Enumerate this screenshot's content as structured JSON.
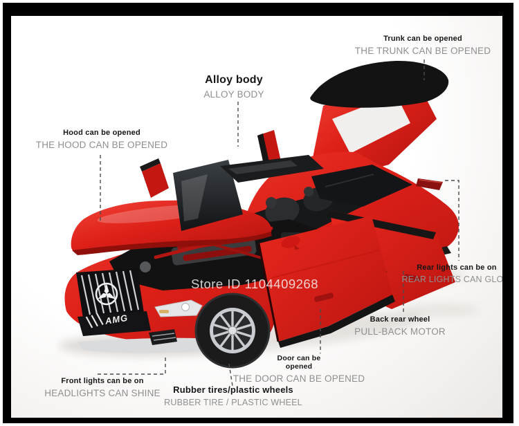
{
  "photo": {
    "watermark": "Store ID 1104409268",
    "car_badge": "AMG"
  },
  "annotations": {
    "trunk": {
      "title": "Trunk can be opened",
      "subtitle": "THE TRUNK CAN BE OPENED"
    },
    "alloy_body": {
      "title": "Alloy body",
      "subtitle": "ALLOY BODY"
    },
    "hood": {
      "title": "Hood can be opened",
      "subtitle": "THE HOOD CAN BE OPENED"
    },
    "rear_lights": {
      "title": "Rear lights can be on",
      "subtitle": "REAR LIGHTS CAN GLOW"
    },
    "pull_back": {
      "title": "Back rear wheel",
      "subtitle": "PULL-BACK MOTOR"
    },
    "door": {
      "title_line1": "Door can be",
      "title_line2": "opened",
      "subtitle": "THE DOOR CAN BE OPENED"
    },
    "front_lights": {
      "title": "Front lights can be on",
      "subtitle": "HEADLIGHTS CAN SHINE"
    },
    "tires": {
      "title": "Rubber tires/plastic wheels",
      "subtitle": "RUBBER TIRE / PLASTIC WHEEL"
    }
  },
  "colors": {
    "car_red": "#d6201a",
    "spoiler_black": "#131313",
    "frame_black": "#000000",
    "background": "#ffffff",
    "leader_line": "#4b4b4b",
    "label_title": "#161616",
    "label_subtitle": "#8f8f8f",
    "watermark_text": "#f5f5f5",
    "rim_silver": "#c9ccd0"
  }
}
